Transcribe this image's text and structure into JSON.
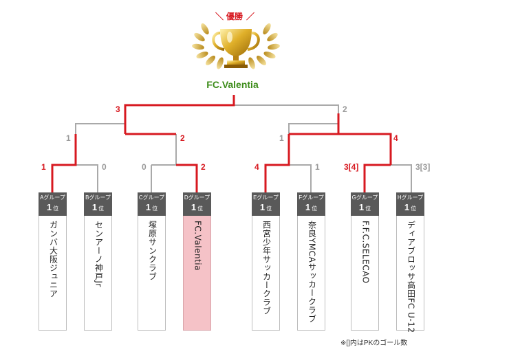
{
  "header": {
    "badge": "優勝",
    "winner": "FC.Valentia"
  },
  "teams": [
    {
      "group": "Aグループ",
      "rank": "1",
      "rank_suffix": "位",
      "name": "ガンバ大阪ジュニア"
    },
    {
      "group": "Bグループ",
      "rank": "1",
      "rank_suffix": "位",
      "name": "センアーノ神戸Jr"
    },
    {
      "group": "Cグループ",
      "rank": "1",
      "rank_suffix": "位",
      "name": "塚原サンクラブ"
    },
    {
      "group": "Dグループ",
      "rank": "1",
      "rank_suffix": "位",
      "name": "FC.Valentia"
    },
    {
      "group": "Eグループ",
      "rank": "1",
      "rank_suffix": "位",
      "name": "西宮少年サッカークラブ"
    },
    {
      "group": "Fグループ",
      "rank": "1",
      "rank_suffix": "位",
      "name": "奈良YMCAサッカークラブ"
    },
    {
      "group": "Gグループ",
      "rank": "1",
      "rank_suffix": "位",
      "name": "F.F.C.SELECAO"
    },
    {
      "group": "Hグループ",
      "rank": "1",
      "rank_suffix": "位",
      "name": "ディアブロッサ高田FC U-12"
    }
  ],
  "scores": {
    "r1": [
      "1",
      "0",
      "0",
      "2",
      "4",
      "1",
      "3[4]",
      "3[3]"
    ],
    "r2": [
      "1",
      "2",
      "1",
      "4"
    ],
    "final": [
      "3",
      "2"
    ]
  },
  "colors": {
    "win_line": "#d71920",
    "lose_line": "#a9a9a9",
    "champion_bg": "#f5c2c7",
    "winner_text": "#3d8c1a",
    "group_header": "#595959"
  },
  "note": "※[]内はPKのゴール数"
}
